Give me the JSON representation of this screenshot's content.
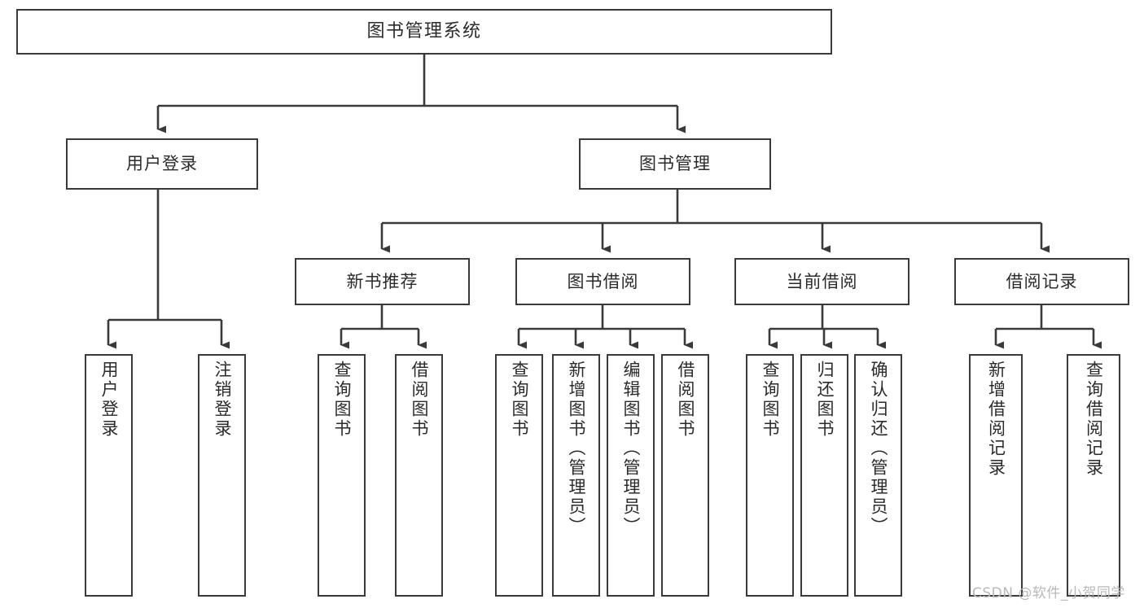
{
  "diagram": {
    "title": "图书管理系统",
    "type": "tree-hierarchy",
    "root": {
      "label": "图书管理系统"
    },
    "level2": [
      {
        "label": "用户登录"
      },
      {
        "label": "图书管理"
      }
    ],
    "level3": [
      {
        "label": "新书推荐",
        "parent": "图书管理"
      },
      {
        "label": "图书借阅",
        "parent": "图书管理"
      },
      {
        "label": "当前借阅",
        "parent": "图书管理"
      },
      {
        "label": "借阅记录",
        "parent": "图书管理"
      }
    ],
    "leaves": {
      "user_login": [
        {
          "label": "用户登录"
        },
        {
          "label": "注销登录"
        }
      ],
      "new_book_recommend": [
        {
          "label": "查询图书"
        },
        {
          "label": "借阅图书"
        }
      ],
      "book_borrow": [
        {
          "label": "查询图书"
        },
        {
          "label": "新增图书（管理员）"
        },
        {
          "label": "编辑图书（管理员）"
        },
        {
          "label": "借阅图书"
        }
      ],
      "current_borrow": [
        {
          "label": "查询图书"
        },
        {
          "label": "归还图书"
        },
        {
          "label": "确认归还（管理员）"
        }
      ],
      "borrow_record": [
        {
          "label": "新增借阅记录"
        },
        {
          "label": "查询借阅记录"
        }
      ]
    }
  },
  "watermark": {
    "text": "CSDN @软件_小贺同学"
  },
  "colors": {
    "stroke": "#3a3a3a",
    "background": "#ffffff",
    "text": "#2b2b2b",
    "watermark": "#b9b9b9"
  }
}
